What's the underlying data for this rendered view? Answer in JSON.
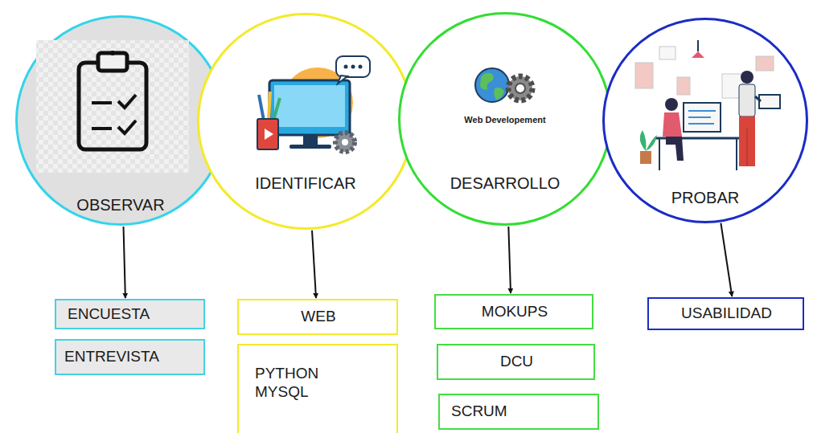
{
  "diagram": {
    "nodes": [
      {
        "text": [
          "OBSERVAR"
        ]
      },
      {
        "text": [
          "IDENTIFICAR"
        ]
      },
      {
        "text": [
          "Web Developement",
          "DESARROLLO"
        ]
      },
      {
        "text": [
          "PROBAR"
        ]
      },
      {
        "text": [
          "ENCUESTA"
        ]
      },
      {
        "text": [
          "ENTREVISTA"
        ]
      },
      {
        "text": [
          "WEB"
        ]
      },
      {
        "text": [
          "PYTHON MYSQL"
        ]
      },
      {
        "text": [
          "MOKUPS"
        ]
      },
      {
        "text": [
          "DCU"
        ]
      },
      {
        "text": [
          "SCRUM"
        ]
      },
      {
        "text": [
          "USABILIDAD"
        ]
      }
    ],
    "edges": [
      {
        "from": 0,
        "to": 4,
        "arrow": "to"
      },
      {
        "from": 1,
        "to": 6,
        "arrow": "to"
      },
      {
        "from": 2,
        "to": 8,
        "arrow": "to"
      },
      {
        "from": 3,
        "to": 11,
        "arrow": "to"
      }
    ]
  }
}
